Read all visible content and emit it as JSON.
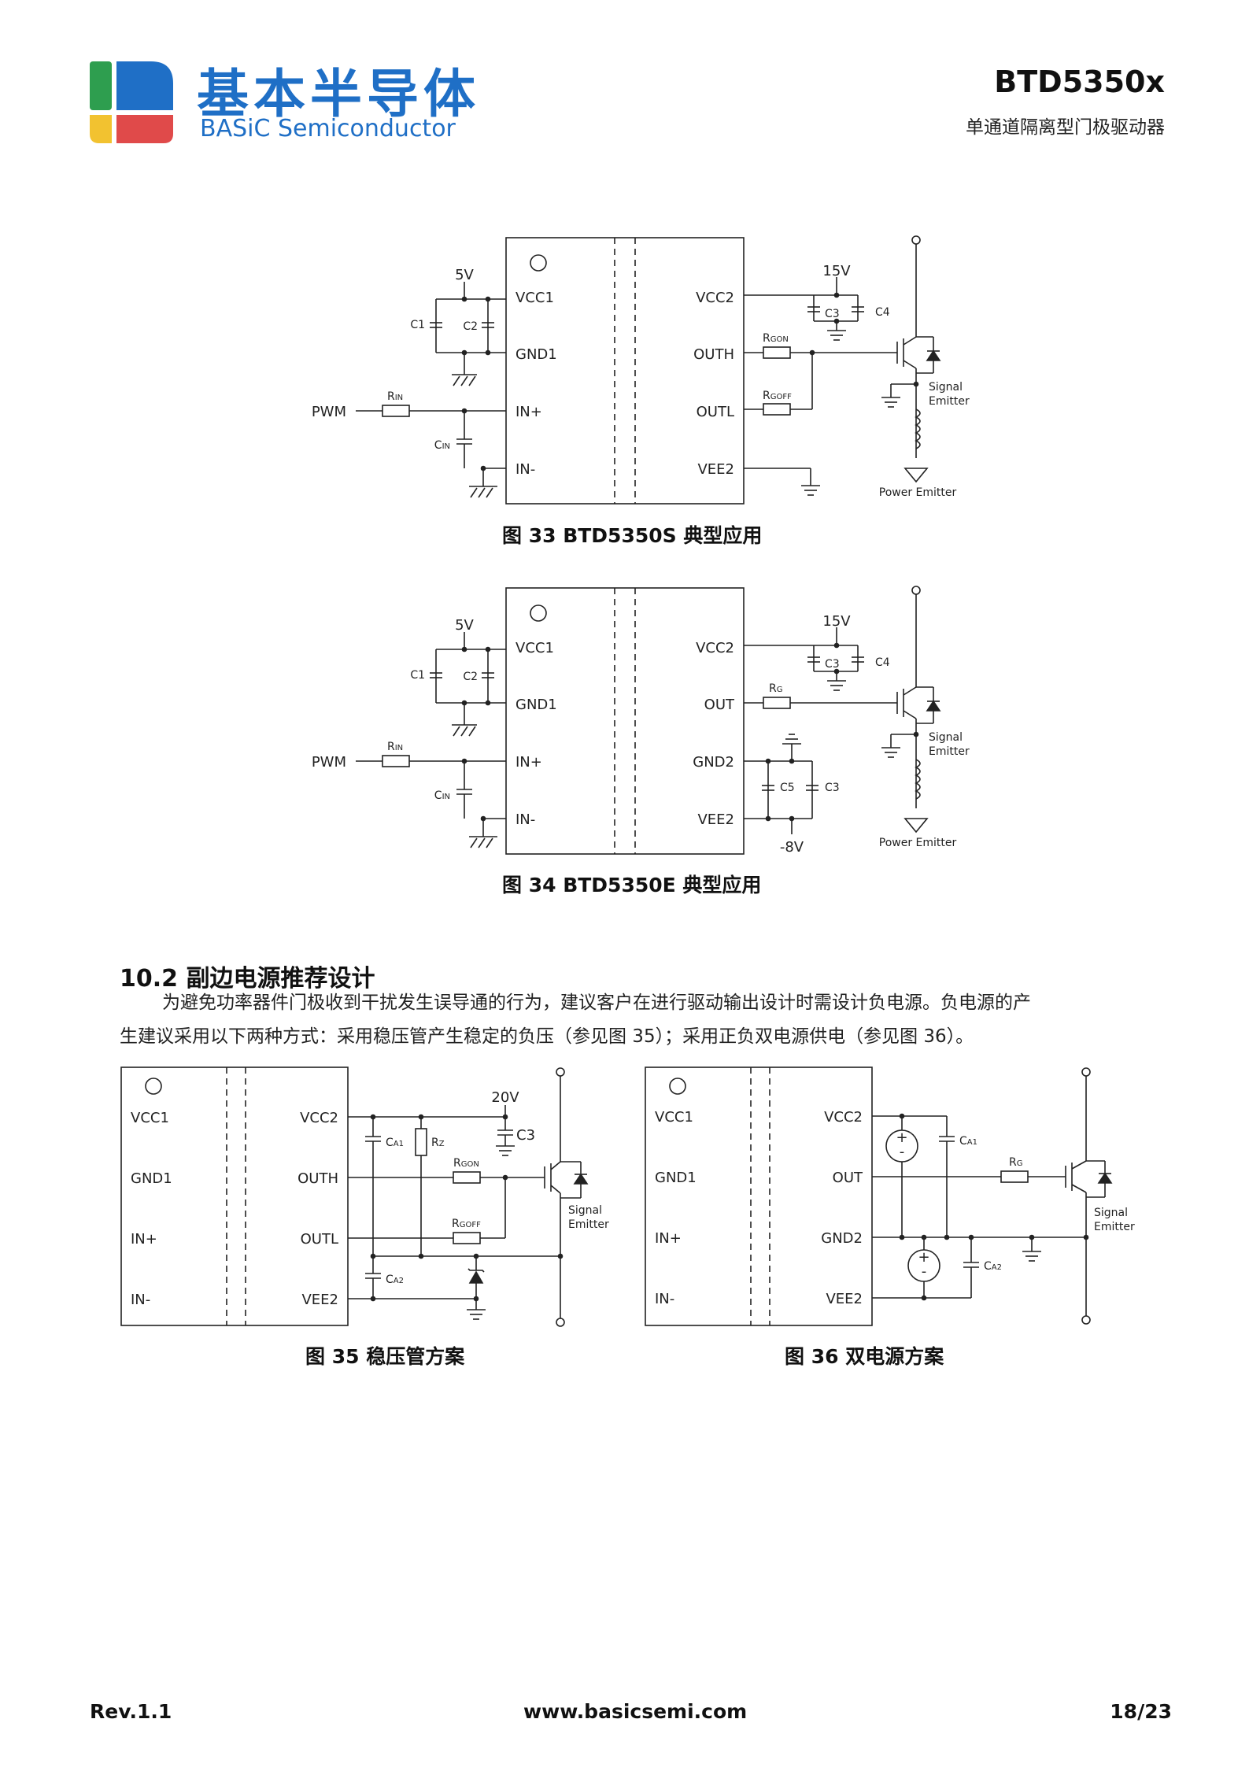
{
  "header": {
    "logo_cn": "基本半导体",
    "logo_en": "BASiC Semiconductor",
    "product": "BTD5350x",
    "subtitle": "单通道隔离型门极驱动器",
    "logo_colors": [
      "#2e9e4f",
      "#1f6fc6",
      "#f2c230",
      "#e04a4a"
    ]
  },
  "fig33": {
    "caption": "图 33  BTD5350S 典型应用",
    "pins_left": [
      "VCC1",
      "GND1",
      "IN+",
      "IN-"
    ],
    "pins_right": [
      "VCC2",
      "OUTH",
      "OUTL",
      "VEE2"
    ],
    "v5": "5V",
    "v15": "15V",
    "c1": "C1",
    "c2": "C2",
    "c3": "C3",
    "c4": "C4",
    "pwm": "PWM",
    "rin_main": "R",
    "rin_sub": "IN",
    "cin_main": "C",
    "cin_sub": "IN",
    "rgon_main": "R",
    "rgon_sub": "GON",
    "rgoff_main": "R",
    "rgoff_sub": "GOFF",
    "signal": "Signal",
    "emitter": "Emitter",
    "power_emitter": "Power Emitter"
  },
  "fig34": {
    "caption": "图 34  BTD5350E 典型应用",
    "pins_left": [
      "VCC1",
      "GND1",
      "IN+",
      "IN-"
    ],
    "pins_right": [
      "VCC2",
      "OUT",
      "GND2",
      "VEE2"
    ],
    "v5": "5V",
    "v15": "15V",
    "vneg": "-8V",
    "c1": "C1",
    "c2": "C2",
    "c3": "C3",
    "c4": "C4",
    "c5": "C5",
    "c3b": "C3",
    "pwm": "PWM",
    "rin_main": "R",
    "rin_sub": "IN",
    "cin_main": "C",
    "cin_sub": "IN",
    "rg_main": "R",
    "rg_sub": "G",
    "signal": "Signal",
    "emitter": "Emitter",
    "power_emitter": "Power Emitter"
  },
  "section": {
    "title": "10.2 副边电源推荐设计",
    "para1": "为避免功率器件门极收到干扰发生误导通的行为，建议客户在进行驱动输出设计时需设计负电源。负电源的产",
    "para2": "生建议采用以下两种方式：采用稳压管产生稳定的负压（参见图 35）；采用正负双电源供电（参见图 36）。"
  },
  "fig35": {
    "caption": "图 35  稳压管方案",
    "pins_left": [
      "VCC1",
      "GND1",
      "IN+",
      "IN-"
    ],
    "pins_right": [
      "VCC2",
      "OUTH",
      "OUTL",
      "VEE2"
    ],
    "v20": "20V",
    "c3": "C3",
    "ca1_main": "C",
    "ca1_sub": "A1",
    "ca2_main": "C",
    "ca2_sub": "A2",
    "rz_main": "R",
    "rz_sub": "Z",
    "rgon_main": "R",
    "rgon_sub": "GON",
    "rgoff_main": "R",
    "rgoff_sub": "GOFF",
    "signal": "Signal",
    "emitter": "Emitter"
  },
  "fig36": {
    "caption": "图 36  双电源方案",
    "pins_left": [
      "VCC1",
      "GND1",
      "IN+",
      "IN-"
    ],
    "pins_right": [
      "VCC2",
      "OUT",
      "GND2",
      "VEE2"
    ],
    "ca1_main": "C",
    "ca1_sub": "A1",
    "ca2_main": "C",
    "ca2_sub": "A2",
    "rg_main": "R",
    "rg_sub": "G",
    "signal": "Signal",
    "emitter": "Emitter"
  },
  "footer": {
    "rev": "Rev.1.1",
    "url": "www.basicsemi.com",
    "page": "18/23"
  }
}
